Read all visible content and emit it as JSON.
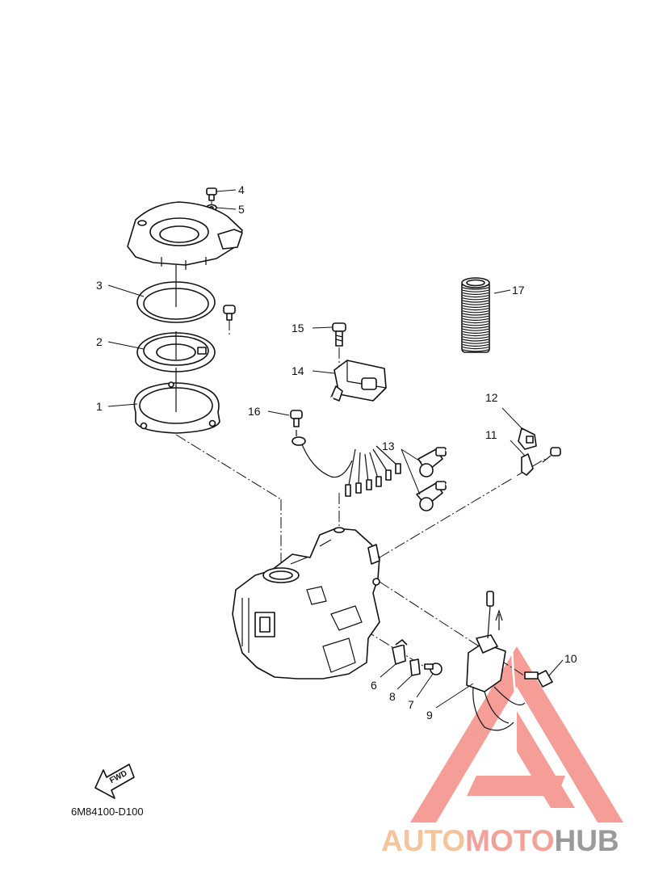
{
  "diagram_code": "6M84100-D100",
  "fwd_label": "FWD",
  "callouts": [
    {
      "id": "1",
      "label": "1"
    },
    {
      "id": "2",
      "label": "2"
    },
    {
      "id": "3",
      "label": "3"
    },
    {
      "id": "4",
      "label": "4"
    },
    {
      "id": "5",
      "label": "5"
    },
    {
      "id": "6",
      "label": "6"
    },
    {
      "id": "7",
      "label": "7"
    },
    {
      "id": "8",
      "label": "8"
    },
    {
      "id": "9",
      "label": "9"
    },
    {
      "id": "10",
      "label": "10"
    },
    {
      "id": "11",
      "label": "11"
    },
    {
      "id": "12",
      "label": "12"
    },
    {
      "id": "13",
      "label": "13"
    },
    {
      "id": "14",
      "label": "14"
    },
    {
      "id": "15",
      "label": "15"
    },
    {
      "id": "16",
      "label": "16"
    },
    {
      "id": "17",
      "label": "17"
    }
  ],
  "watermark": {
    "part1": "AUTO",
    "part2": "MOTO",
    "part3": "HUB",
    "color1": "#f5c49a",
    "color2": "#f4a19a",
    "color3": "#9a9a9a",
    "triangle_color": "#f48c86"
  }
}
